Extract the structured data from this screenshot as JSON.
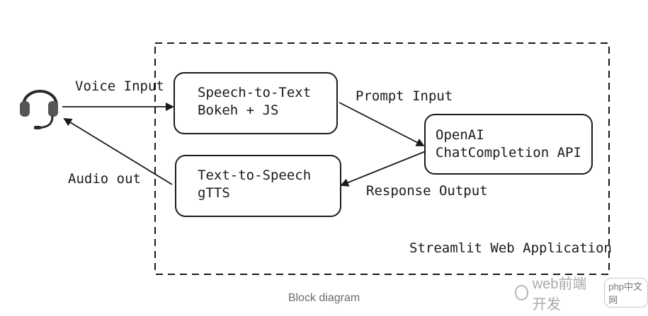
{
  "diagram": {
    "container_label": "Streamlit Web Application",
    "nodes": {
      "stt": {
        "line1": "Speech-to-Text",
        "line2": "Bokeh + JS"
      },
      "openai": {
        "line1": "OpenAI",
        "line2": "ChatCompletion API"
      },
      "tts": {
        "line1": "Text-to-Speech",
        "line2": "gTTS"
      }
    },
    "edges": {
      "voice_input": "Voice Input",
      "prompt_input": "Prompt Input",
      "response_output": "Response Output",
      "audio_out": "Audio out"
    },
    "icons": {
      "user": "headset-icon"
    },
    "colors": {
      "stroke": "#1a1a1a",
      "caption": "#6b6b6b"
    }
  },
  "caption": "Block diagram",
  "watermark": {
    "text": "web前端开发",
    "badge": "php中文网"
  }
}
